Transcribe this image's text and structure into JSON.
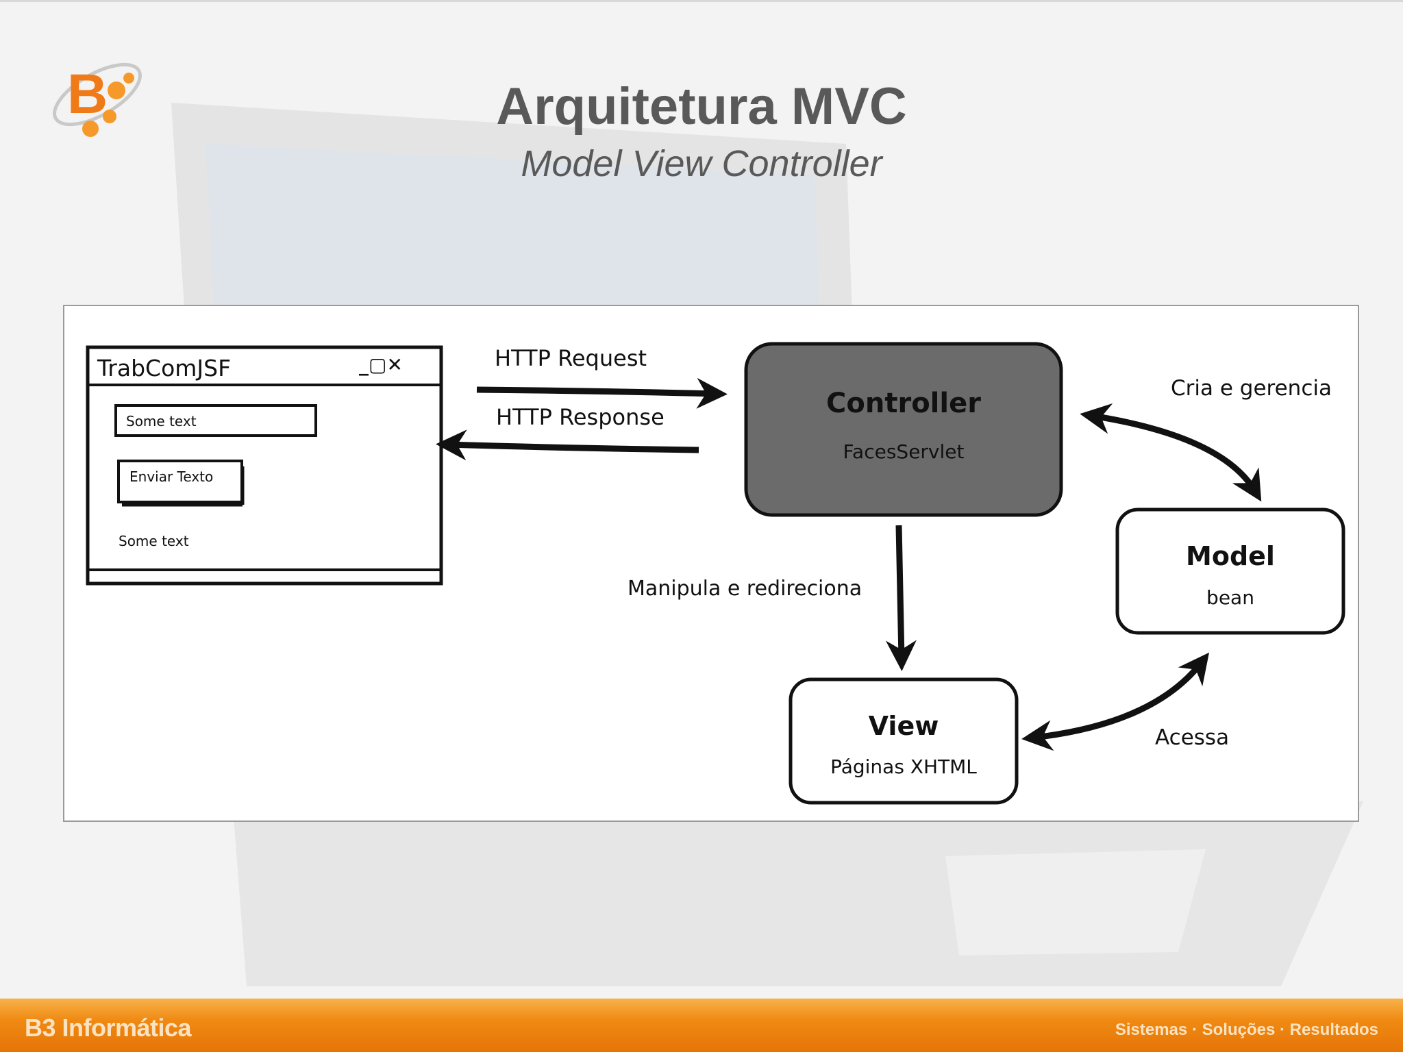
{
  "slide": {
    "title": "Arquitetura MVC",
    "subtitle": "Model View Controller"
  },
  "footer": {
    "brand": "B3 Informática",
    "tagline": "Sistemas · Soluções · Resultados"
  },
  "diagram": {
    "window": {
      "title": "TrabComJSF",
      "controls": "_▢✕",
      "input_text": "Some text",
      "button_label": "Enviar Texto",
      "output_text": "Some text"
    },
    "edges": {
      "request": "HTTP Request",
      "response": "HTTP Response",
      "manipulates": "Manipula e redireciona",
      "creates": "Cria e gerencia",
      "accesses": "Acessa"
    },
    "nodes": {
      "controller": {
        "name": "Controller",
        "detail": "FacesServlet"
      },
      "model": {
        "name": "Model",
        "detail": "bean"
      },
      "view": {
        "name": "View",
        "detail": "Páginas XHTML"
      }
    }
  },
  "colors": {
    "controller_fill": "#6b6b6b",
    "footer_orange": "#f08a12",
    "logo_orange": "#f07a18"
  }
}
